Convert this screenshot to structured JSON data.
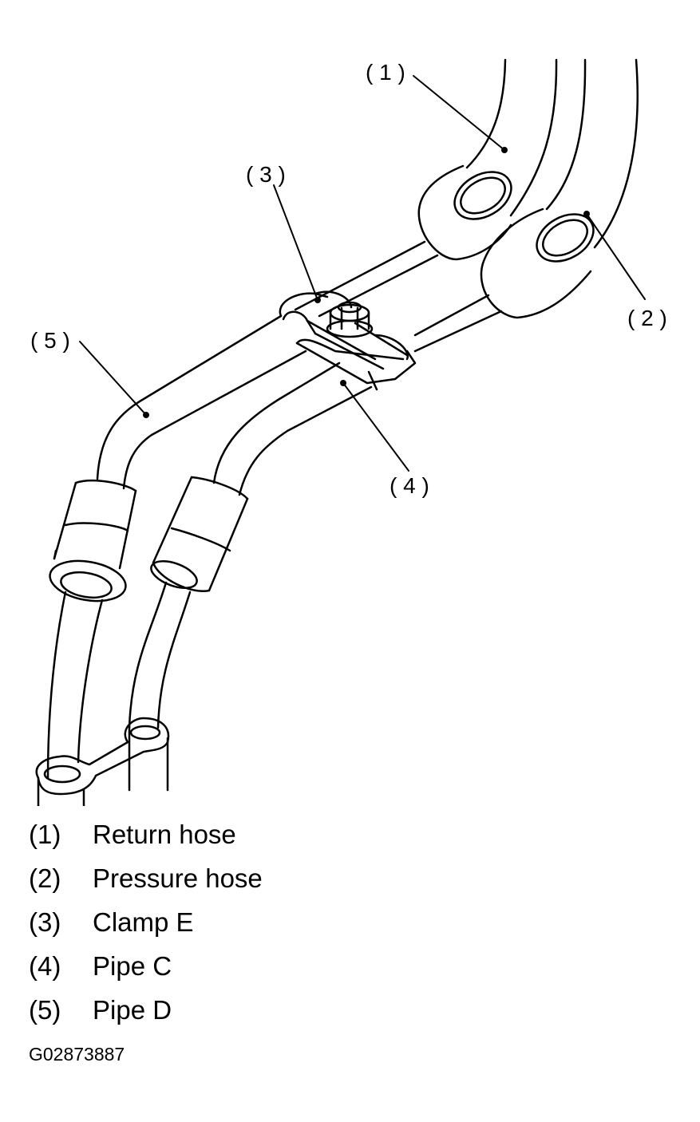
{
  "callouts": [
    {
      "id": "1",
      "text": "( 1 )"
    },
    {
      "id": "2",
      "text": "( 2 )"
    },
    {
      "id": "3",
      "text": "( 3 )"
    },
    {
      "id": "4",
      "text": "( 4 )"
    },
    {
      "id": "5",
      "text": "( 5 )"
    }
  ],
  "legend": [
    {
      "number": "(1)",
      "label": "Return hose"
    },
    {
      "number": "(2)",
      "label": "Pressure hose"
    },
    {
      "number": "(3)",
      "label": "Clamp E"
    },
    {
      "number": "(4)",
      "label": "Pipe C"
    },
    {
      "number": "(5)",
      "label": "Pipe D"
    }
  ],
  "figure_id": "G02873887",
  "colors": {
    "line": "#000000",
    "background": "#ffffff"
  }
}
